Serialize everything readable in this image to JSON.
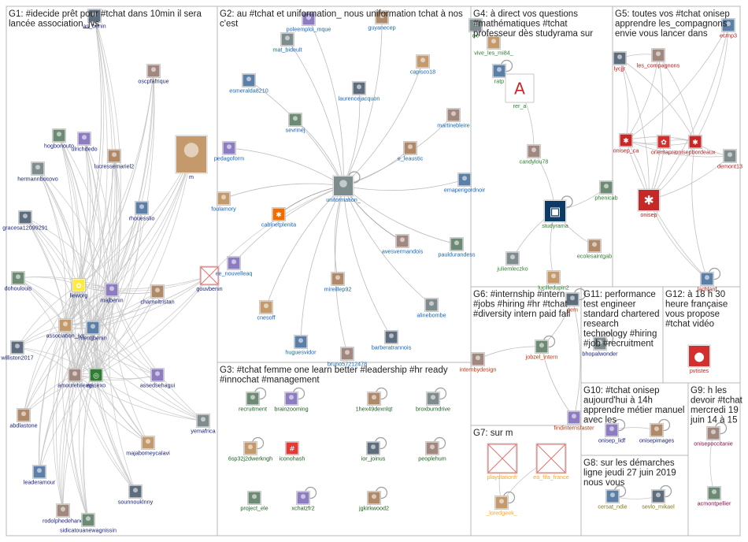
{
  "groups": [
    {
      "id": "G1",
      "title": [
        "G1: #idecide prêt pour #tchat dans 10min il sera",
        "lancée association_jvs"
      ],
      "color": "#1a237e"
    },
    {
      "id": "G2",
      "title": [
        "G2: au #tchat et uniformation_ nous uniformation tchat à nos",
        "c'est"
      ],
      "color": "#1565c0"
    },
    {
      "id": "G3",
      "title": [
        "G3: #tchat femme one learn better #leadership #hr ready",
        "#innochat #management"
      ],
      "color": "#1b5e20"
    },
    {
      "id": "G4",
      "title": [
        "G4: à direct vos questions",
        "#mathématiques #tchat",
        "professeur dès studyrama sur"
      ],
      "color": "#2e7d32"
    },
    {
      "id": "G5",
      "title": [
        "G5: toutes vos #tchat onisep",
        "apprendre les_compagnons",
        "envie vous lancer dans"
      ],
      "color": "#b71c1c"
    },
    {
      "id": "G6",
      "title": [
        "G6: #internship #intern",
        "#jobs #hiring #hr #tchat",
        "#diversity intern paid fall"
      ],
      "color": "#bf360c"
    },
    {
      "id": "G7",
      "title": [
        "G7: sur m"
      ],
      "color": "#f9a825"
    },
    {
      "id": "G8",
      "title": [
        "G8: sur les démarches",
        "ligne jeudi 27 juin 2019",
        "nous vous"
      ],
      "color": "#827717"
    },
    {
      "id": "G9",
      "title": [
        "G9: h les",
        "devoir #tchat",
        "mercredi 19",
        "juin 14 à 15"
      ],
      "color": "#880e4f"
    },
    {
      "id": "G10",
      "title": [
        "G10: #tchat onisep",
        "aujourd'hui à 14h",
        "apprendre métier manuel",
        "avec les"
      ],
      "color": "#1a237e"
    },
    {
      "id": "G11",
      "title": [
        "G11: performance",
        "test engineer",
        "standard chartered",
        "research",
        "technology #hiring",
        "#job #recruitment"
      ],
      "color": "#1a237e"
    },
    {
      "id": "G12",
      "title": [
        "G12: à 18 h 30",
        "heure française",
        "vous propose",
        "#tchat vidéo"
      ],
      "color": "#c62828"
    }
  ],
  "nodes": [
    {
      "id": "as_benin",
      "group": "G1",
      "label": "as_benin"
    },
    {
      "id": "oscpfafrique",
      "group": "G1",
      "label": "oscpfafrique"
    },
    {
      "id": "hogbonouto",
      "group": "G1",
      "label": "hogbonouto"
    },
    {
      "id": "ulrichdedo",
      "group": "G1",
      "label": "ulrichdedo"
    },
    {
      "id": "lucressemariel2",
      "group": "G1",
      "label": "lucressemariel2"
    },
    {
      "id": "hermannbocovo",
      "group": "G1",
      "label": "hermannbocovo"
    },
    {
      "id": "m",
      "group": "G1",
      "label": "m"
    },
    {
      "id": "rhouesslio",
      "group": "G1",
      "label": "rhouesslio"
    },
    {
      "id": "gracesa12099291",
      "group": "G1",
      "label": "gracesa12099291"
    },
    {
      "id": "lieworg",
      "group": "G1",
      "label": "lieworg"
    },
    {
      "id": "dohoulouis",
      "group": "G1",
      "label": "dohoulouis"
    },
    {
      "id": "majbenin",
      "group": "G1",
      "label": "majbenin"
    },
    {
      "id": "charneltristan",
      "group": "G1",
      "label": "charneltristan"
    },
    {
      "id": "gouvbenin",
      "group": "G1",
      "label": "gouvbenin"
    },
    {
      "id": "association_jvs",
      "group": "G1",
      "label": "association_jvs"
    },
    {
      "id": "mentjbenin",
      "group": "G1",
      "label": "mentjbenin"
    },
    {
      "id": "williston2017",
      "group": "G1",
      "label": "williston2017"
    },
    {
      "id": "amouretvieag",
      "group": "G1",
      "label": "amouretvieag"
    },
    {
      "id": "wasexo",
      "group": "G1",
      "label": "wasexo"
    },
    {
      "id": "assedsehagui",
      "group": "G1",
      "label": "assedsehagui"
    },
    {
      "id": "abdlastone",
      "group": "G1",
      "label": "abdlastone"
    },
    {
      "id": "yemafrica",
      "group": "G1",
      "label": "yemafrica"
    },
    {
      "id": "majabomeycalavi",
      "group": "G1",
      "label": "majabomeycalavi"
    },
    {
      "id": "leaderamour",
      "group": "G1",
      "label": "leaderamour"
    },
    {
      "id": "sounnouklnny",
      "group": "G1",
      "label": "sounnouklnny"
    },
    {
      "id": "rodolphedehand",
      "group": "G1",
      "label": "rodolphedehand"
    },
    {
      "id": "sidicatouanewagnissin",
      "group": "G1",
      "label": "sidicatouanewagnissin"
    },
    {
      "id": "poleemploi_mque",
      "group": "G2",
      "label": "poleemploi_mque"
    },
    {
      "id": "guyanecep",
      "group": "G2",
      "label": "guyanecep"
    },
    {
      "id": "mat_bideult",
      "group": "G2",
      "label": "mat_bideult"
    },
    {
      "id": "capisco18",
      "group": "G2",
      "label": "capisco18"
    },
    {
      "id": "esmeralda8210",
      "group": "G2",
      "label": "esmeralda8210"
    },
    {
      "id": "laurencejacquon",
      "group": "G2",
      "label": "laurencejacquon"
    },
    {
      "id": "martinebleire",
      "group": "G2",
      "label": "martinebleire"
    },
    {
      "id": "sevrinej",
      "group": "G2",
      "label": "sevrinej"
    },
    {
      "id": "pedagoform",
      "group": "G2",
      "label": "pedagoform"
    },
    {
      "id": "e_leaustic",
      "group": "G2",
      "label": "e_leaustic"
    },
    {
      "id": "uniformation_",
      "group": "G2",
      "label": "uniformation_"
    },
    {
      "id": "foulamory",
      "group": "G2",
      "label": "foulamory"
    },
    {
      "id": "emaperigordnoir",
      "group": "G2",
      "label": "emaperigordnoir"
    },
    {
      "id": "cabinetplenita",
      "group": "G2",
      "label": "cabinetplenita"
    },
    {
      "id": "avesvermandois",
      "group": "G2",
      "label": "avesvermandois"
    },
    {
      "id": "pauldurandess",
      "group": "G2",
      "label": "pauldurandess"
    },
    {
      "id": "ee_nouvelleaq",
      "group": "G2",
      "label": "ee_nouvelleaq"
    },
    {
      "id": "mireillep92",
      "group": "G2",
      "label": "mireillep92"
    },
    {
      "id": "alinebombe",
      "group": "G2",
      "label": "alinebombe"
    },
    {
      "id": "cnesoff",
      "group": "G2",
      "label": "cnesoff"
    },
    {
      "id": "huguesvidor",
      "group": "G2",
      "label": "huguesvidor"
    },
    {
      "id": "barberatrannois",
      "group": "G2",
      "label": "barberatrannois"
    },
    {
      "id": "bruno57212478",
      "group": "G2",
      "label": "bruno57212478"
    },
    {
      "id": "recruitment",
      "group": "G3",
      "label": "recruitment"
    },
    {
      "id": "brainzooming",
      "group": "G3",
      "label": "brainzooming"
    },
    {
      "id": "1hex49dexnlqt",
      "group": "G3",
      "label": "1hex49dexnlqt"
    },
    {
      "id": "broxburndrive",
      "group": "G3",
      "label": "broxburndrive"
    },
    {
      "id": "6sp32j2dwerkngh",
      "group": "G3",
      "label": "6sp32j2dwerkngh"
    },
    {
      "id": "iconohash",
      "group": "G3",
      "label": "iconohash"
    },
    {
      "id": "ior_joinus",
      "group": "G3",
      "label": "ior_joinus"
    },
    {
      "id": "peoplehum",
      "group": "G3",
      "label": "peoplehum"
    },
    {
      "id": "project_ele",
      "group": "G3",
      "label": "project_ele"
    },
    {
      "id": "xchatzfr2",
      "group": "G3",
      "label": "xchatzfr2"
    },
    {
      "id": "jgkirkwood2",
      "group": "G3",
      "label": "jgkirkwood2"
    },
    {
      "id": "cic",
      "group": "G4",
      "label": "cic"
    },
    {
      "id": "vive_les_mi84_",
      "group": "G4",
      "label": "vive_les_mi84_"
    },
    {
      "id": "ratp",
      "group": "G4",
      "label": "ratp"
    },
    {
      "id": "rer_a",
      "group": "G4",
      "label": "rer_a"
    },
    {
      "id": "candylou78",
      "group": "G4",
      "label": "candylou78"
    },
    {
      "id": "phenicab",
      "group": "G4",
      "label": "phenicab"
    },
    {
      "id": "studyrama",
      "group": "G4",
      "label": "studyrama"
    },
    {
      "id": "ecolesaintgab",
      "group": "G4",
      "label": "ecolesaintgab"
    },
    {
      "id": "juliemleczko",
      "group": "G4",
      "label": "juliemleczko"
    },
    {
      "id": "lucilledupin2",
      "group": "G4",
      "label": "lucilledupin2"
    },
    {
      "id": "ecrnp3",
      "group": "G5",
      "label": "ecrnp3"
    },
    {
      "id": "lycjjr",
      "group": "G5",
      "label": "lycjjr"
    },
    {
      "id": "les_compagnons",
      "group": "G5",
      "label": "les_compagnons"
    },
    {
      "id": "onisep_ca",
      "group": "G5",
      "label": "onisep_ca"
    },
    {
      "id": "orientapre",
      "group": "G5",
      "label": "orientapre"
    },
    {
      "id": "onisepbordeaux",
      "group": "G5",
      "label": "onisepbordeaux"
    },
    {
      "id": "demont13",
      "group": "G5",
      "label": "demont13"
    },
    {
      "id": "onisep",
      "group": "G5",
      "label": "onisep"
    },
    {
      "id": "lachlanf",
      "group": "G5",
      "label": "lachlanf"
    },
    {
      "id": "cengem",
      "group": "G6",
      "label": "gem"
    },
    {
      "id": "internbydesign",
      "group": "G6",
      "label": "internbydesign"
    },
    {
      "id": "jobzel_intern",
      "group": "G6",
      "label": "jobzel_intern"
    },
    {
      "id": "findinternsfaster",
      "group": "G6",
      "label": "findinternsfaster"
    },
    {
      "id": "playstationfr",
      "group": "G7",
      "label": "playstationfr"
    },
    {
      "id": "ea_fifa_france",
      "group": "G7",
      "label": "ea_fifa_france"
    },
    {
      "id": "_loredgeek_",
      "group": "G7",
      "label": "_loredgeek_"
    },
    {
      "id": "cersat_ndie",
      "group": "G8",
      "label": "cersat_ndie"
    },
    {
      "id": "sevlo_mikael",
      "group": "G8",
      "label": "sevlo_mikael"
    },
    {
      "id": "onisepoccitanie",
      "group": "G9",
      "label": "onisepoccitanie"
    },
    {
      "id": "acmontpellier",
      "group": "G9",
      "label": "acmontpellier"
    },
    {
      "id": "onisep_idf",
      "group": "G10",
      "label": "onisep_lidf"
    },
    {
      "id": "onisepimages",
      "group": "G10",
      "label": "onisepimages"
    },
    {
      "id": "bhopalwonder",
      "group": "G11",
      "label": "bhopalwonder"
    },
    {
      "id": "pvtistes",
      "group": "G12",
      "label": "pvtistes"
    }
  ]
}
